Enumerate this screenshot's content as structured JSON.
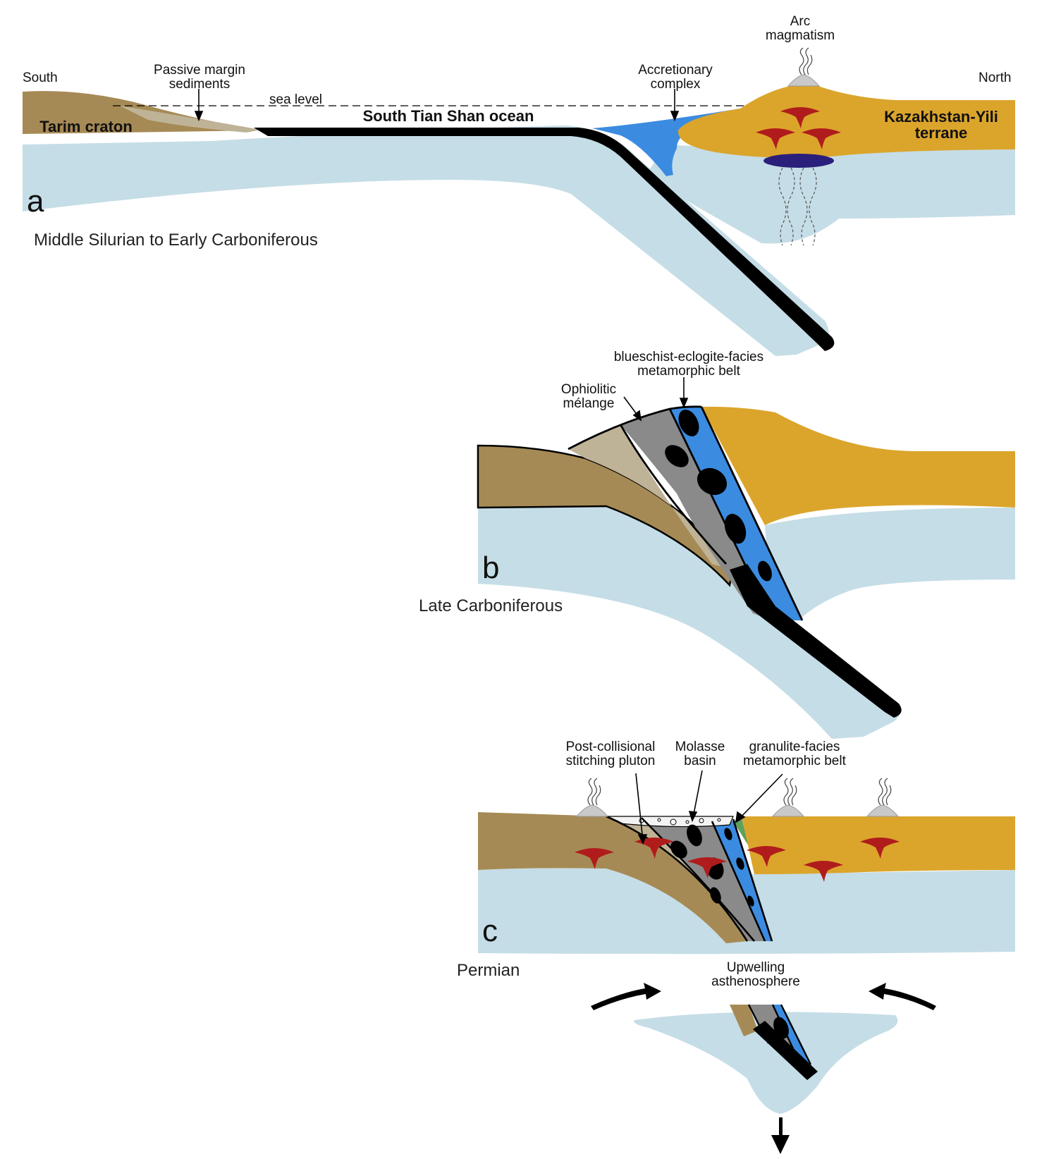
{
  "colors": {
    "mantle": "#c5dde6",
    "tarim": "#a68a55",
    "sediment": "#bfb397",
    "kazakh": "#dba52c",
    "accretion": "#3b8ce0",
    "melange": "#8a8a8a",
    "pluton": "#b01c1c",
    "magma": "#2a1f7a",
    "granulite": "#5fa05a",
    "oceanic": "#000000"
  },
  "panel_a": {
    "letter": "a",
    "period": "Middle Silurian to Early Carboniferous",
    "south": "South",
    "north": "North",
    "passive_margin": "Passive margin\nsediments",
    "sea_level": "sea level",
    "ocean": "South Tian Shan ocean",
    "accretionary": "Accretionary\ncomplex",
    "arc": "Arc\nmagmatism",
    "tarim": "Tarim craton",
    "kazakh": "Kazakhstan-Yili\nterrane"
  },
  "panel_b": {
    "letter": "b",
    "period": "Late Carboniferous",
    "ophiolitic": "Ophiolitic\nmélange",
    "blueschist": "blueschist-eclogite-facies\nmetamorphic belt"
  },
  "panel_c": {
    "letter": "c",
    "period": "Permian",
    "post_collisional": "Post-collisional\nstitching pluton",
    "molasse": "Molasse\nbasin",
    "granulite": "granulite-facies\nmetamorphic belt",
    "upwelling": "Upwelling\nasthenosphere"
  }
}
